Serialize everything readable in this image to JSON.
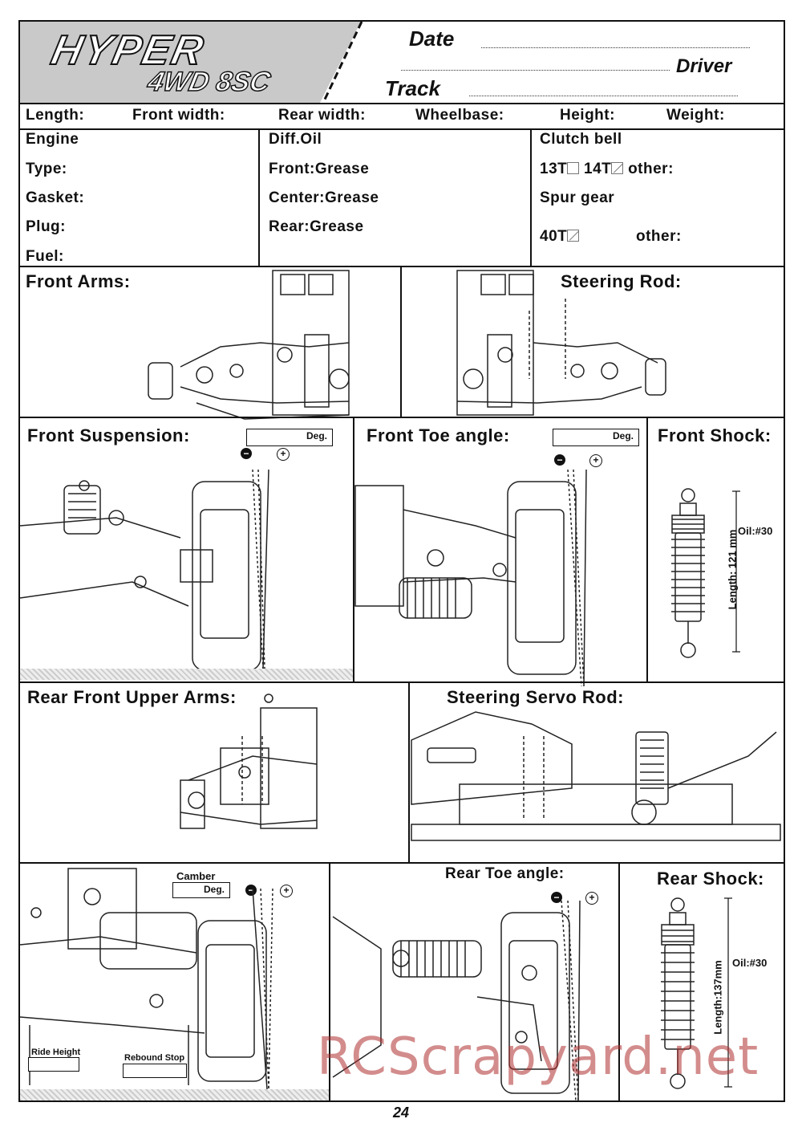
{
  "header": {
    "logo_main": "HYPER",
    "logo_sub": "4WD 8SC",
    "date_label": "Date",
    "driver_label": "Driver",
    "track_label": "Track"
  },
  "specs": {
    "length": "Length:",
    "front_width": "Front width:",
    "rear_width": "Rear width:",
    "wheelbase": "Wheelbase:",
    "height": "Height:",
    "weight": "Weight:"
  },
  "engine": {
    "title": "Engine",
    "type": "Type:",
    "gasket": "Gasket:",
    "plug": "Plug:",
    "fuel": "Fuel:"
  },
  "diff": {
    "title": "Diff.Oil",
    "front": "Front:Grease",
    "center": "Center:Grease",
    "rear": "Rear:Grease"
  },
  "clutch": {
    "title": "Clutch bell",
    "opt_13t": "13T",
    "opt_14t": "14T",
    "other1": "other:",
    "spur_title": "Spur gear",
    "opt_40t": "40T",
    "other2": "other:"
  },
  "sections": {
    "front_arms": "Front  Arms:",
    "steering_rod": "Steering Rod:",
    "front_suspension": "Front Suspension:",
    "front_toe": "Front Toe angle:",
    "front_shock": "Front Shock:",
    "rear_upper_arms": "Rear Front Upper Arms:",
    "steering_servo_rod": "Steering Servo Rod:",
    "rear_toe": "Rear Toe angle:",
    "rear_shock": "Rear Shock:"
  },
  "labels": {
    "deg": "Deg.",
    "minus": "−",
    "plus": "+",
    "camber": "Camber",
    "ride_height": "Ride Height",
    "rebound_stop": "Rebound Stop",
    "front_shock_oil": "Oil:#30",
    "front_shock_length": "Length: 121 mm",
    "rear_shock_oil": "Oil:#30",
    "rear_shock_length": "Length:137mm"
  },
  "page_number": "24",
  "watermark": "RCScrapyard.net"
}
